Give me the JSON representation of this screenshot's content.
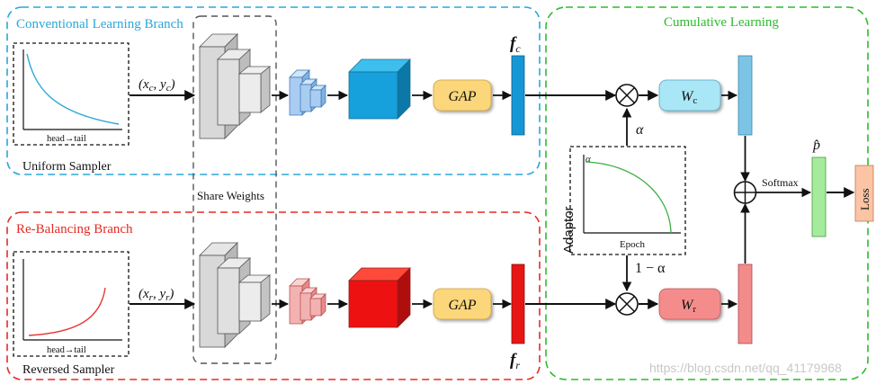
{
  "branches": {
    "conventional": {
      "title": "Conventional Learning Branch",
      "color": "#29a7d8"
    },
    "rebalancing": {
      "title": "Re-Balancing Branch",
      "color": "#e52b24"
    },
    "cumulative": {
      "title": "Cumulative Learning",
      "color": "#2dbb2d"
    }
  },
  "samplers": {
    "uniform": {
      "caption": "Uniform Sampler",
      "axis_label": "head→tail",
      "curve_color": "#29a7d8"
    },
    "reversed": {
      "caption": "Reversed Sampler",
      "axis_label": "head→tail",
      "curve_color": "#e53935"
    }
  },
  "inputs": {
    "conventional": "(x_c, y_c)",
    "rebalancing": "(x_r, y_r)"
  },
  "shared": {
    "label": "Share Weights"
  },
  "gap": {
    "label": "GAP",
    "color": "#fbd67a"
  },
  "features": {
    "top": "f_c",
    "bottom": "f_r"
  },
  "classifiers": {
    "top": {
      "label": "W_c",
      "color": "#a9e6f6"
    },
    "bottom": {
      "label": "W_r",
      "color": "#f58c8c"
    }
  },
  "adaptor": {
    "label": "Adaptor",
    "alpha_axis": "α",
    "x_axis": "Epoch",
    "curve_color": "#3cb043",
    "top_weight": "α",
    "bottom_weight": "1 − α"
  },
  "softmax": "Softmax",
  "prediction": "p̂",
  "loss": {
    "label": "Loss",
    "color": "#fbc4a4"
  },
  "watermark": "https://blog.csdn.net/qq_41179968"
}
